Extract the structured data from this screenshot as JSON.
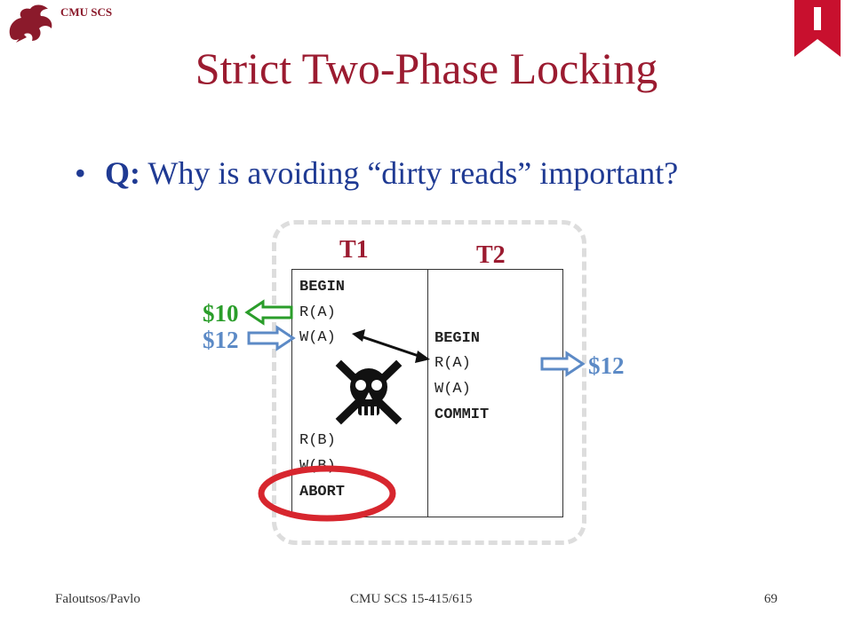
{
  "header": {
    "label": "CMU SCS",
    "colors": {
      "brand": "#9b1b30",
      "bullet": "#1f3a93"
    }
  },
  "slide": {
    "title": "Strict Two-Phase Locking",
    "bullet": {
      "label": "Q:",
      "text": "Why is avoiding “dirty reads” important?"
    }
  },
  "schedule": {
    "t1_header": "T1",
    "t2_header": "T2",
    "t1_ops": [
      "BEGIN",
      "R(A)",
      "W(A)",
      "R(B)",
      "W(B)",
      "ABORT"
    ],
    "t2_ops": [
      "BEGIN",
      "R(A)",
      "W(A)",
      "COMMIT"
    ],
    "values": {
      "read": "$10",
      "written": "$12",
      "t2_read": "$12"
    },
    "colors": {
      "read": "#2a9d2a",
      "write": "#5c8ac6",
      "highlight": "#d7262e"
    }
  },
  "footer": {
    "left": "Faloutsos/Pavlo",
    "center": "CMU SCS 15-415/615",
    "page": "69"
  }
}
